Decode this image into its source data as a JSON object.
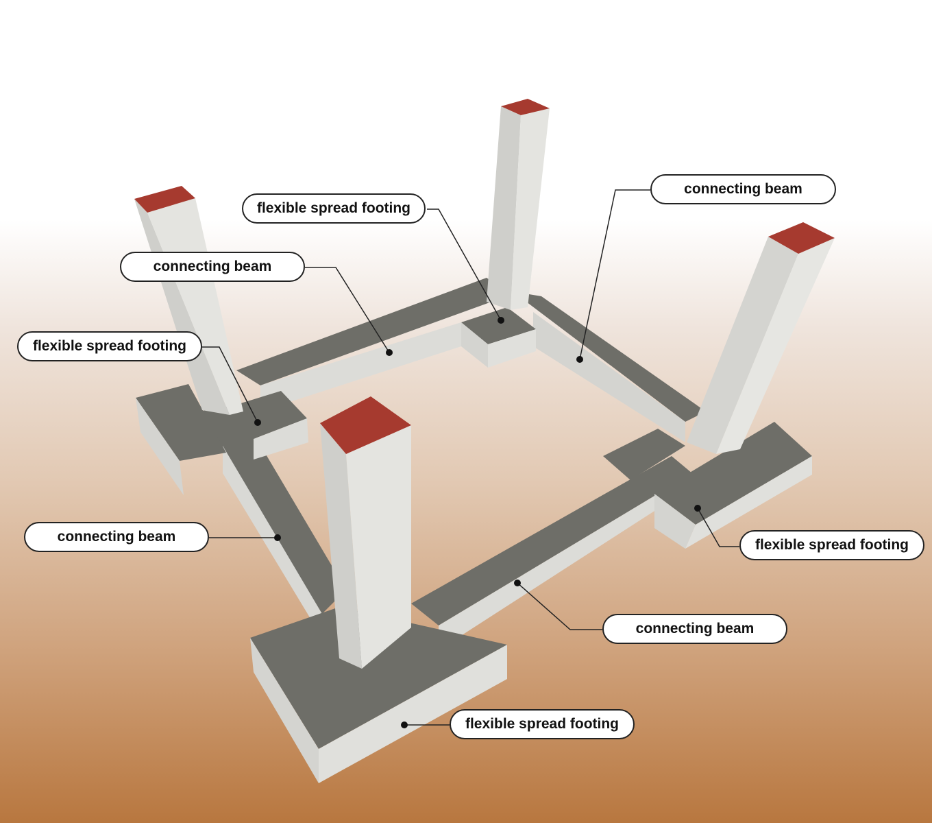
{
  "labels": {
    "footing_back_middle": "flexible spread footing",
    "beam_right": "connecting beam",
    "beam_back": "connecting beam",
    "footing_back_left": "flexible spread footing",
    "beam_left": "connecting beam",
    "footing_right": "flexible spread footing",
    "beam_front": "connecting beam",
    "footing_front": "flexible spread footing"
  },
  "colors": {
    "top_surface": "#6e6e68",
    "side_surface": "#d9d9d5",
    "column_cap": "#a63a2f"
  }
}
